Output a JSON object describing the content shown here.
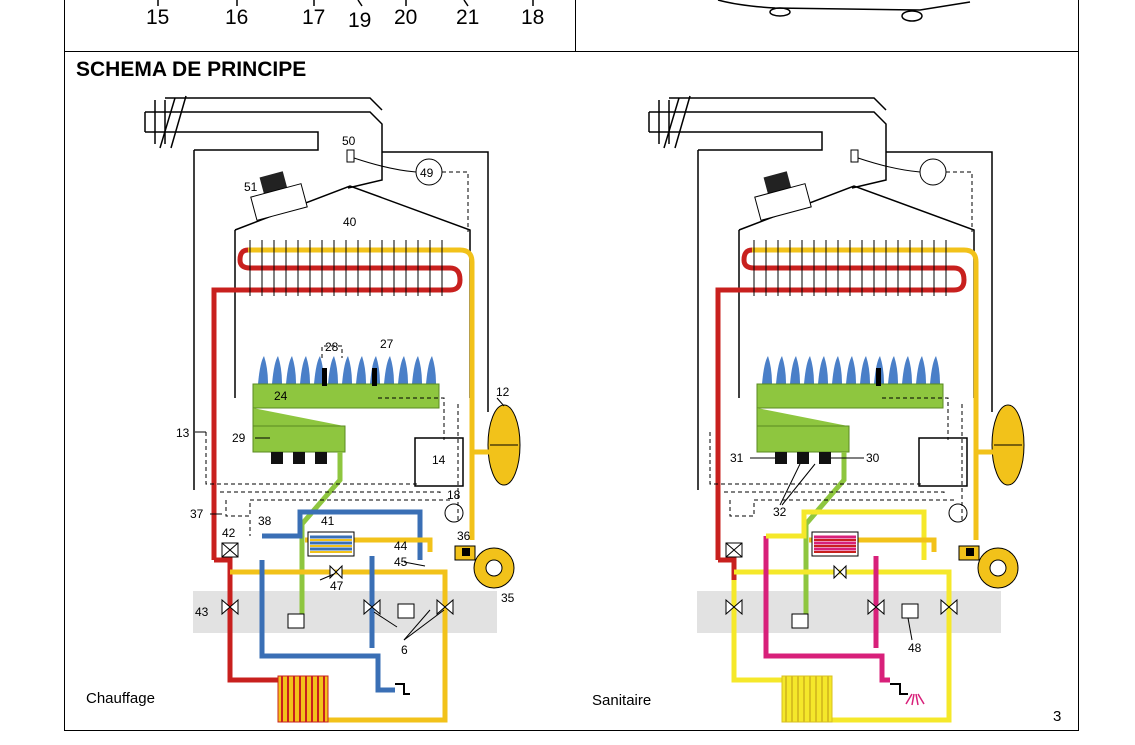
{
  "top_strip": {
    "labels": [
      "15",
      "16",
      "17",
      "19",
      "20",
      "21",
      "18"
    ]
  },
  "section": {
    "title": "SCHEMA DE PRINCIPE"
  },
  "left_diagram": {
    "caption": "Chauffage",
    "labels": [
      "50",
      "49",
      "51",
      "40",
      "28",
      "27",
      "24",
      "12",
      "13",
      "29",
      "14",
      "18",
      "36",
      "37",
      "42",
      "38",
      "41",
      "44",
      "45",
      "47",
      "43",
      "35",
      "6"
    ]
  },
  "right_diagram": {
    "caption": "Sanitaire",
    "labels": [
      "31",
      "30",
      "32",
      "48"
    ]
  },
  "page": {
    "number": "3"
  },
  "colors": {
    "heating_red": "#c8201e",
    "sanitary_magenta": "#d8207a",
    "return_yellow": "#f2c21a",
    "gas_green": "#8ec63f",
    "cold_blue": "#3a6fb5",
    "cold_water_yellow": "#f5e82a",
    "background_band": "#e2e2e2"
  }
}
